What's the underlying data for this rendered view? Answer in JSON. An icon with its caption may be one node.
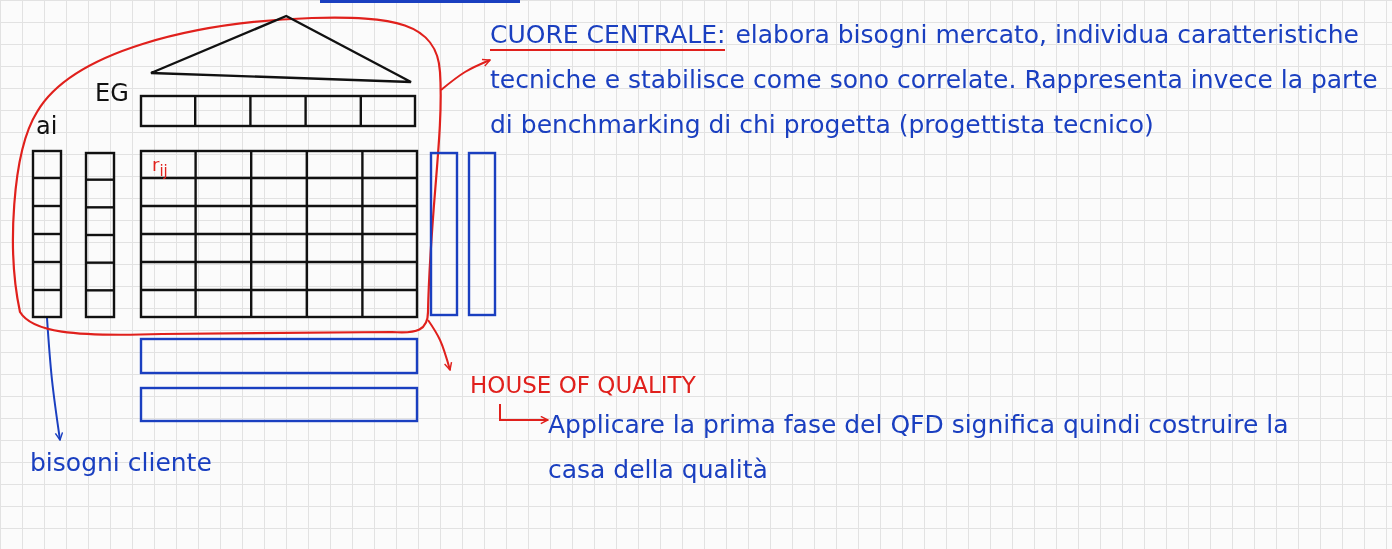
{
  "diagram": {
    "nodes": [
      {
        "text": [],
        "shape": "cloud"
      },
      {
        "text": [],
        "shape": "triangle",
        "in": 0
      },
      {
        "text": [],
        "shape": "box",
        "in": 0,
        "beside": [
          "EG"
        ]
      },
      {
        "text": [],
        "shape": "box",
        "in": 0,
        "beside": [
          "ai"
        ]
      },
      {
        "text": [],
        "shape": "box",
        "in": 0
      },
      {
        "text": [],
        "shape": "box",
        "in": 0
      },
      {
        "text": [],
        "shape": "box"
      },
      {
        "text": [],
        "shape": "box"
      },
      {
        "text": [],
        "shape": "box"
      },
      {
        "text": [],
        "shape": "box"
      },
      {
        "text": [
          "bisogni cliente"
        ]
      },
      {
        "text": [
          "CUORE CENTRALE:",
          "elabora bisogni mercato, individua caratteristiche tecniche e stabilisce come sono correlate. Rappresenta invece la parte di benchmarking di chi progetta (progettista tecnico)"
        ]
      },
      {
        "text": [
          "HOUSE OF QUALITY"
        ]
      },
      {
        "text": [
          "Applicare la prima fase del QFD significa quindi costruire la casa della qualità"
        ]
      }
    ],
    "edges": [
      {
        "from": 3,
        "to": 10,
        "arrow": "to",
        "color": "#1a3fc0"
      },
      {
        "from": 0,
        "to": 11,
        "arrow": "to"
      },
      {
        "from": 0,
        "to": 12,
        "arrow": "to"
      },
      {
        "from": 12,
        "to": 13,
        "arrow": "to"
      }
    ],
    "labels": [
      "r$_{ij}$"
    ]
  }
}
